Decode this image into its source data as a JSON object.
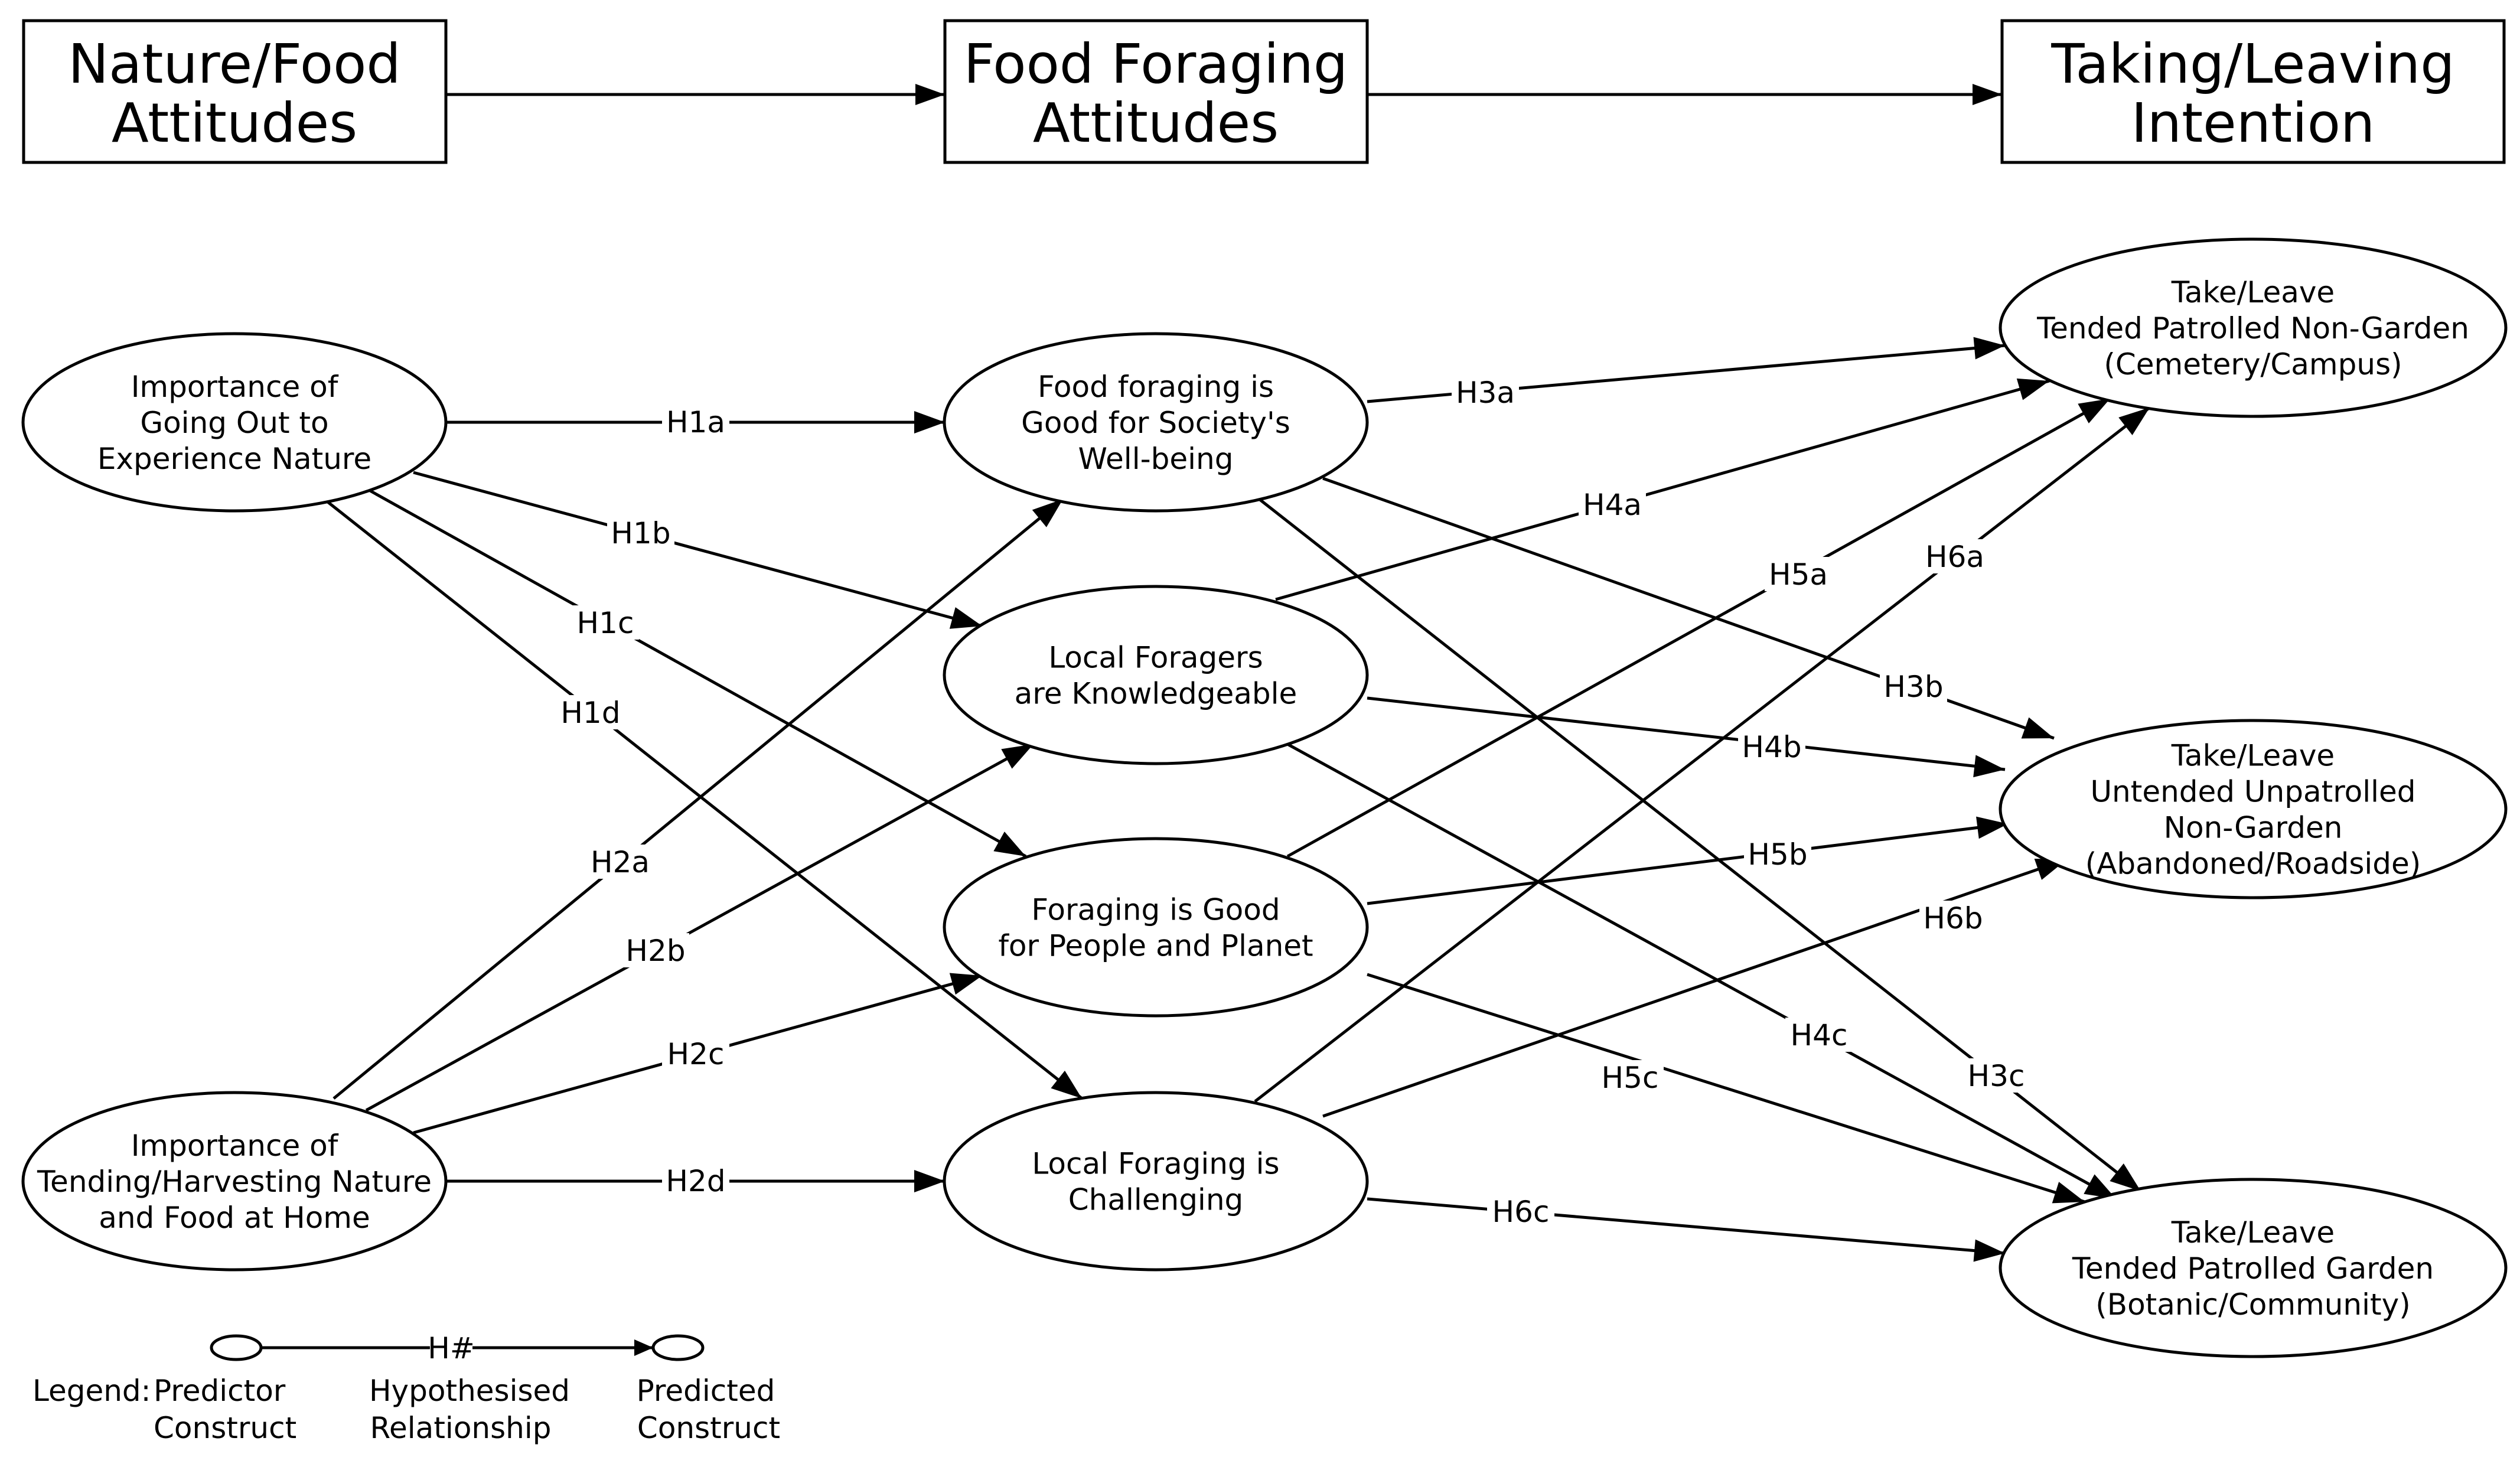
{
  "stages": [
    {
      "id": "s1",
      "lines": [
        "Nature/Food",
        "Attitudes"
      ]
    },
    {
      "id": "s2",
      "lines": [
        "Food Foraging",
        "Attitudes"
      ]
    },
    {
      "id": "s3",
      "lines": [
        "Taking/Leaving",
        "Intention"
      ]
    }
  ],
  "nodes": [
    {
      "id": "p1",
      "name": "importance-going-out-node",
      "lines": [
        "Importance of",
        "Going Out to",
        "Experience Nature"
      ]
    },
    {
      "id": "p2",
      "name": "importance-tending-harvesting-node",
      "lines": [
        "Importance of",
        "Tending/Harvesting Nature",
        "and Food at Home"
      ]
    },
    {
      "id": "m1",
      "name": "foraging-good-for-society-node",
      "lines": [
        "Food foraging is",
        "Good for Society's",
        "Well-being"
      ]
    },
    {
      "id": "m2",
      "name": "local-foragers-knowledgeable-node",
      "lines": [
        "Local Foragers",
        "are Knowledgeable"
      ]
    },
    {
      "id": "m3",
      "name": "foraging-good-people-planet-node",
      "lines": [
        "Foraging is Good",
        "for People and Planet"
      ]
    },
    {
      "id": "m4",
      "name": "local-foraging-challenging-node",
      "lines": [
        "Local Foraging is",
        "Challenging"
      ]
    },
    {
      "id": "o1",
      "name": "take-leave-tended-patrolled-non-garden-node",
      "lines": [
        "Take/Leave",
        "Tended Patrolled Non-Garden",
        "(Cemetery/Campus)"
      ]
    },
    {
      "id": "o2",
      "name": "take-leave-untended-unpatrolled-non-garden-node",
      "lines": [
        "Take/Leave",
        "Untended Unpatrolled",
        "Non-Garden",
        "(Abandoned/Roadside)"
      ]
    },
    {
      "id": "o3",
      "name": "take-leave-tended-patrolled-garden-node",
      "lines": [
        "Take/Leave",
        "Tended Patrolled Garden",
        "(Botanic/Community)"
      ]
    }
  ],
  "edges": [
    {
      "from": "p1",
      "to": "m1",
      "label": "H1a"
    },
    {
      "from": "p1",
      "to": "m2",
      "label": "H1b"
    },
    {
      "from": "p1",
      "to": "m3",
      "label": "H1c"
    },
    {
      "from": "p1",
      "to": "m4",
      "label": "H1d"
    },
    {
      "from": "p2",
      "to": "m1",
      "label": "H2a"
    },
    {
      "from": "p2",
      "to": "m2",
      "label": "H2b"
    },
    {
      "from": "p2",
      "to": "m3",
      "label": "H2c"
    },
    {
      "from": "p2",
      "to": "m4",
      "label": "H2d"
    },
    {
      "from": "m1",
      "to": "o1",
      "label": "H3a"
    },
    {
      "from": "m1",
      "to": "o2",
      "label": "H3b"
    },
    {
      "from": "m1",
      "to": "o3",
      "label": "H3c"
    },
    {
      "from": "m2",
      "to": "o1",
      "label": "H4a"
    },
    {
      "from": "m2",
      "to": "o2",
      "label": "H4b"
    },
    {
      "from": "m2",
      "to": "o3",
      "label": "H4c"
    },
    {
      "from": "m3",
      "to": "o1",
      "label": "H5a"
    },
    {
      "from": "m3",
      "to": "o2",
      "label": "H5b"
    },
    {
      "from": "m3",
      "to": "o3",
      "label": "H5c"
    },
    {
      "from": "m4",
      "to": "o1",
      "label": "H6a"
    },
    {
      "from": "m4",
      "to": "o2",
      "label": "H6b"
    },
    {
      "from": "m4",
      "to": "o3",
      "label": "H6c"
    }
  ],
  "legend": {
    "prefix": "Legend:",
    "predictor": [
      "Predictor",
      "Construct"
    ],
    "relationship": [
      "Hypothesised",
      "Relationship"
    ],
    "predicted": [
      "Predicted",
      "Construct"
    ],
    "edge_label": "H#"
  }
}
